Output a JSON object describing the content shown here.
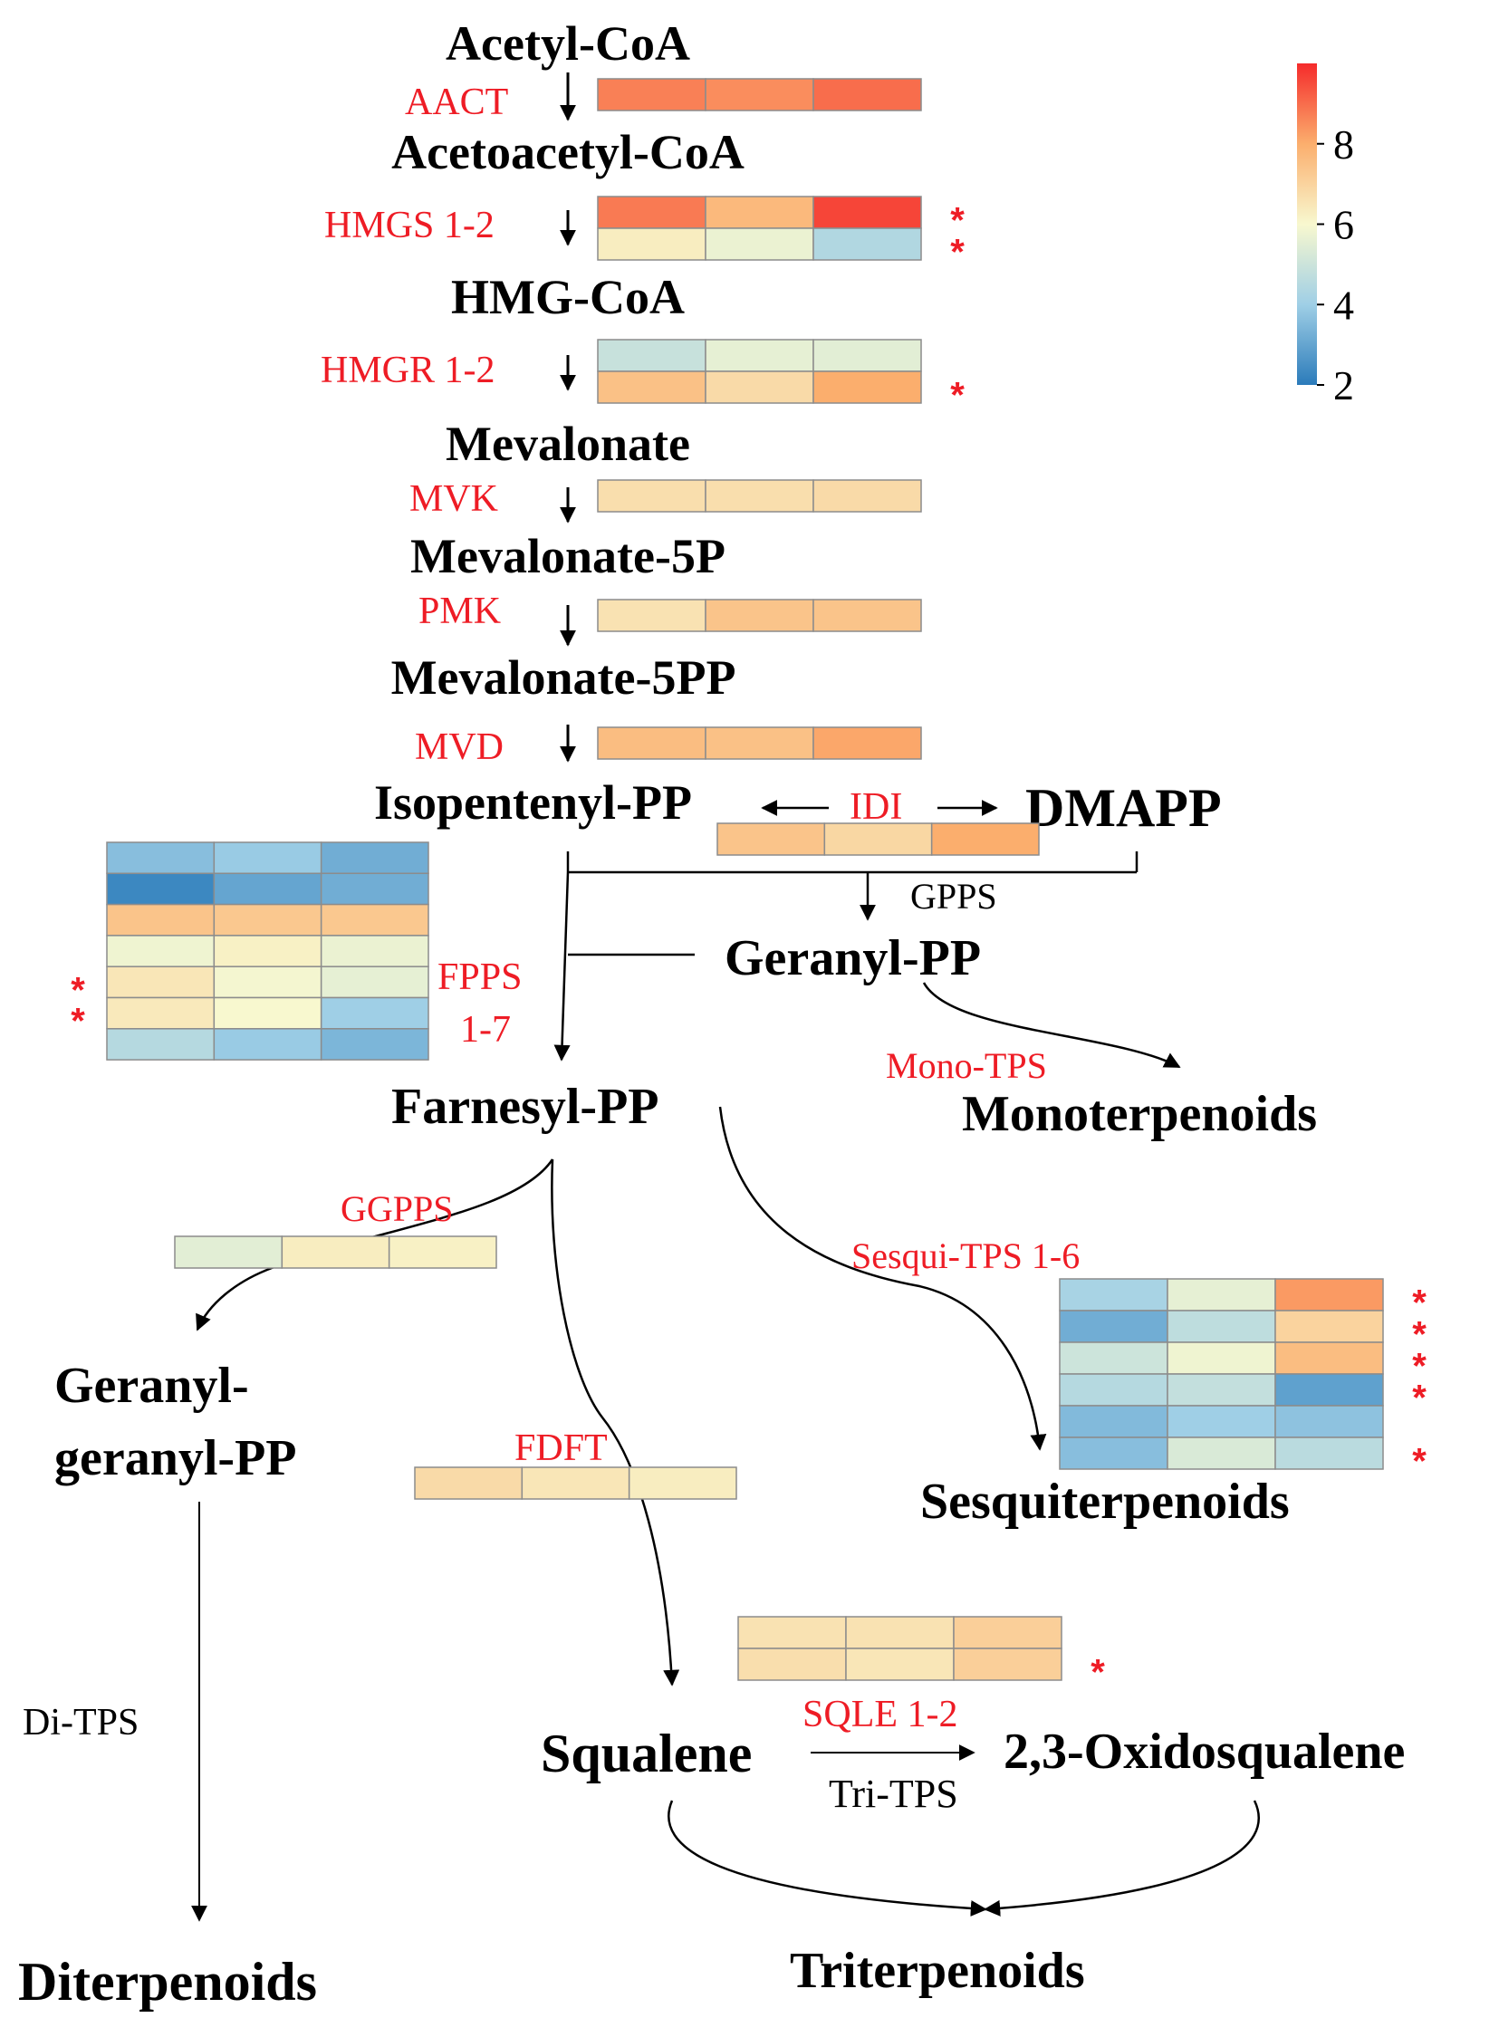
{
  "metabolites": {
    "acetyl_coa": "Acetyl-CoA",
    "acetoacetyl_coa": "Acetoacetyl-CoA",
    "hmg_coa": "HMG-CoA",
    "mevalonate": "Mevalonate",
    "mevalonate_5p": "Mevalonate-5P",
    "mevalonate_5pp": "Mevalonate-5PP",
    "isopentenyl_pp": "Isopentenyl-PP",
    "dmapp": "DMAPP",
    "geranyl_pp": "Geranyl-PP",
    "farnesyl_pp": "Farnesyl-PP",
    "monoterpenoids": "Monoterpenoids",
    "geranylgeranyl_pp_line1": "Geranyl-",
    "geranylgeranyl_pp_line2": "geranyl-PP",
    "sesquiterpenoids": "Sesquiterpenoids",
    "squalene": "Squalene",
    "oxidosqualene": "2,3-Oxidosqualene",
    "diterpenoids": "Diterpenoids",
    "triterpenoids": "Triterpenoids"
  },
  "enzymes": {
    "aact": "AACT",
    "hmgs": "HMGS 1-2",
    "hmgr": "HMGR 1-2",
    "mvk": "MVK",
    "pmk": "PMK",
    "mvd": "MVD",
    "idi": "IDI",
    "gpps": "GPPS",
    "fpps_line1": "FPPS",
    "fpps_line2": "1-7",
    "mono_tps": "Mono-TPS",
    "ggpps": "GGPPS",
    "sesqui_tps": "Sesqui-TPS 1-6",
    "fdft": "FDFT",
    "sqle": "SQLE 1-2",
    "tri_tps": "Tri-TPS",
    "di_tps": "Di-TPS"
  },
  "significance_marker": "*",
  "colors": {
    "text": "#000000",
    "enzyme_red": "#ee1c25",
    "cell_border": "#8c8c8c"
  },
  "color_scale": {
    "ticks": [
      "8",
      "6",
      "4",
      "2"
    ],
    "range": [
      2,
      10
    ]
  },
  "heatmaps": {
    "aact": {
      "values": [
        [
          8.7,
          8.5,
          9.0
        ]
      ],
      "stars": [
        false
      ]
    },
    "hmgs": {
      "values": [
        [
          8.8,
          7.7,
          9.6
        ],
        [
          6.3,
          5.7,
          4.4
        ]
      ],
      "stars": [
        true,
        true
      ]
    },
    "hmgr": {
      "values": [
        [
          4.9,
          5.6,
          5.5
        ],
        [
          7.5,
          6.8,
          8.0
        ]
      ],
      "stars": [
        false,
        true
      ]
    },
    "mvk": {
      "values": [
        [
          6.7,
          6.7,
          6.8
        ]
      ],
      "stars": [
        false
      ]
    },
    "pmk": {
      "values": [
        [
          6.6,
          7.4,
          7.4
        ]
      ],
      "stars": [
        false
      ]
    },
    "mvd": {
      "values": [
        [
          7.6,
          7.5,
          8.1
        ]
      ],
      "stars": [
        false
      ]
    },
    "idi": {
      "values": [
        [
          7.4,
          6.9,
          8.0
        ]
      ],
      "stars": [
        false
      ]
    },
    "fpps": {
      "values": [
        [
          3.6,
          3.9,
          3.2
        ],
        [
          2.3,
          3.0,
          3.2
        ],
        [
          7.4,
          7.3,
          7.3
        ],
        [
          5.8,
          6.2,
          5.7
        ],
        [
          6.5,
          5.9,
          5.6
        ],
        [
          6.4,
          6.0,
          4.0
        ],
        [
          4.5,
          3.9,
          3.4
        ]
      ],
      "stars": [
        false,
        false,
        false,
        false,
        true,
        true,
        false
      ]
    },
    "ggpps": {
      "values": [
        [
          5.5,
          6.3,
          6.2
        ]
      ],
      "stars": [
        false
      ]
    },
    "sesqui_tps": {
      "values": [
        [
          4.2,
          5.6,
          8.3
        ],
        [
          3.2,
          4.7,
          7.0
        ],
        [
          5.0,
          5.8,
          7.6
        ],
        [
          4.5,
          4.8,
          2.9
        ],
        [
          3.5,
          4.0,
          3.7
        ],
        [
          3.6,
          5.3,
          4.6
        ]
      ],
      "stars": [
        true,
        true,
        true,
        true,
        false,
        true
      ]
    },
    "fdft": {
      "values": [
        [
          6.8,
          6.5,
          6.3
        ]
      ],
      "stars": [
        false
      ]
    },
    "sqle": {
      "values": [
        [
          6.6,
          6.6,
          7.1
        ],
        [
          6.7,
          6.5,
          7.1
        ]
      ],
      "stars": [
        false,
        true
      ]
    }
  }
}
